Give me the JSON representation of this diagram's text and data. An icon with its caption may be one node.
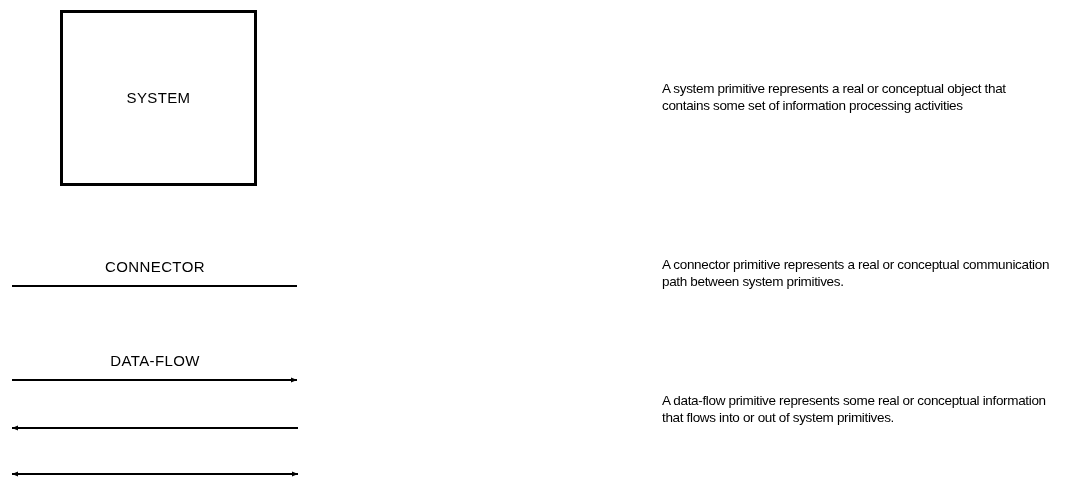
{
  "diagram": {
    "nodes": [
      {
        "text": [
          "SYSTEM"
        ]
      }
    ],
    "labels": [
      "A system primitive represents a real or conceptual object that contains some set of information processing activities",
      "CONNECTOR",
      "A connector primitive represents a real or conceptual communication path between system primitives.",
      "DATA-FLOW",
      "A data-flow primitive represents some real or conceptual information that flows into or out of system primitives."
    ]
  }
}
